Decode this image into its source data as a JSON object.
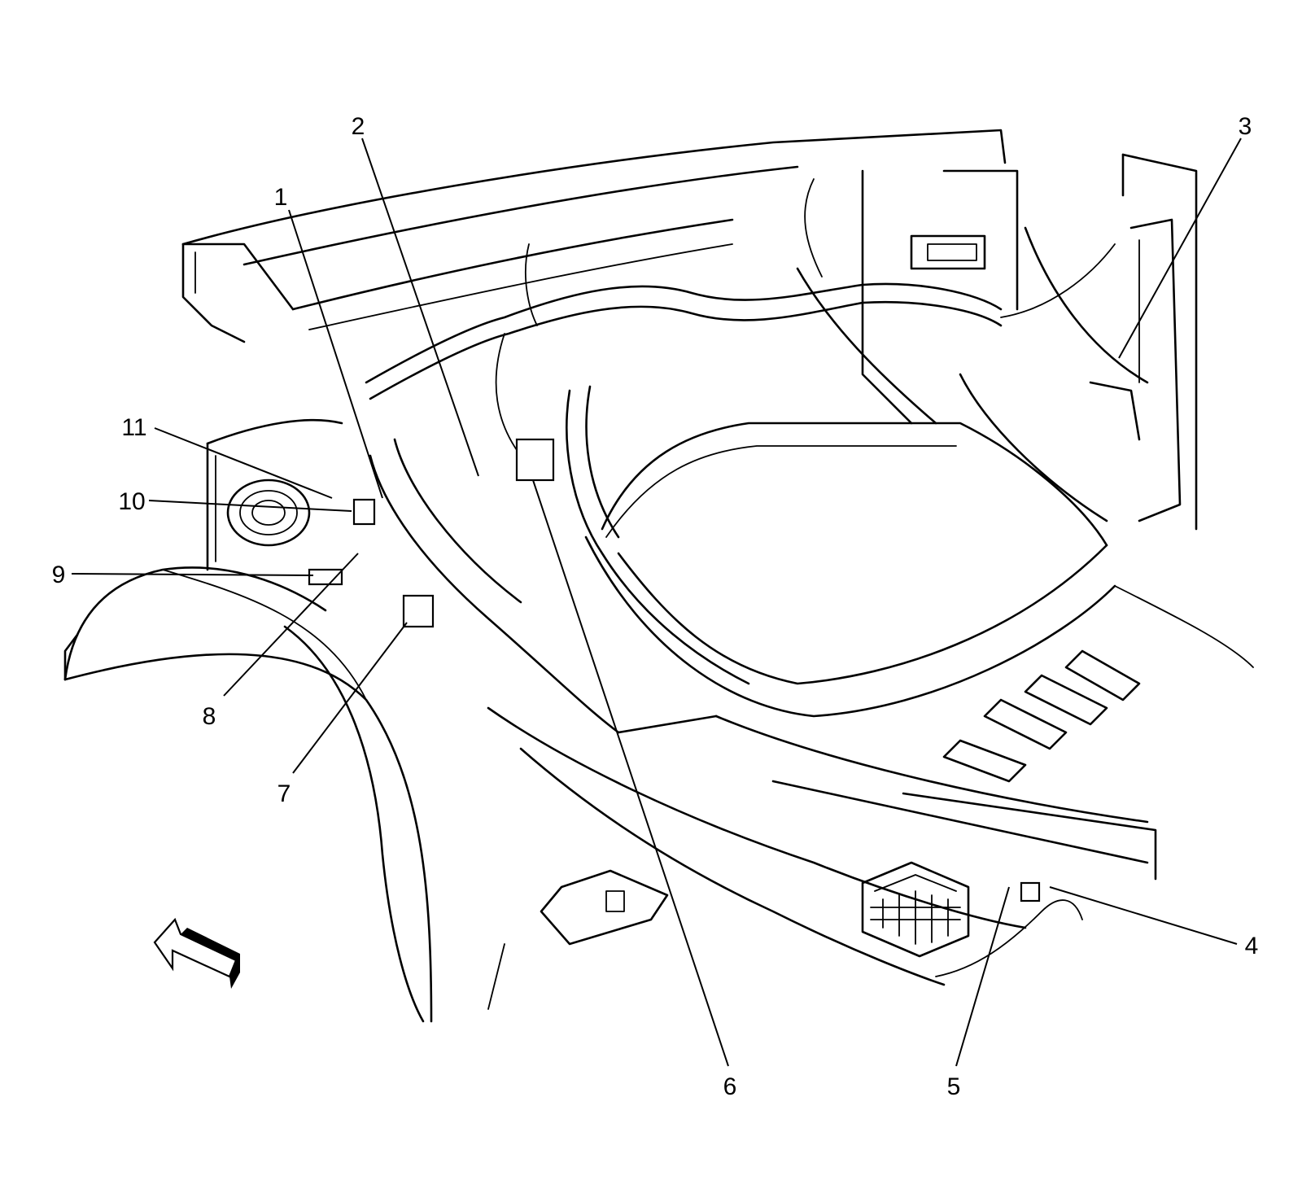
{
  "callouts": [
    {
      "id": "1",
      "label": "1"
    },
    {
      "id": "2",
      "label": "2"
    },
    {
      "id": "3",
      "label": "3"
    },
    {
      "id": "4",
      "label": "4"
    },
    {
      "id": "5",
      "label": "5"
    },
    {
      "id": "6",
      "label": "6"
    },
    {
      "id": "7",
      "label": "7"
    },
    {
      "id": "8",
      "label": "8"
    },
    {
      "id": "9",
      "label": "9"
    },
    {
      "id": "10",
      "label": "10"
    },
    {
      "id": "11",
      "label": "11"
    }
  ],
  "icons": {
    "direction_arrow": "front-direction-arrow-icon"
  },
  "colors": {
    "line": "#000000",
    "background": "#ffffff"
  }
}
